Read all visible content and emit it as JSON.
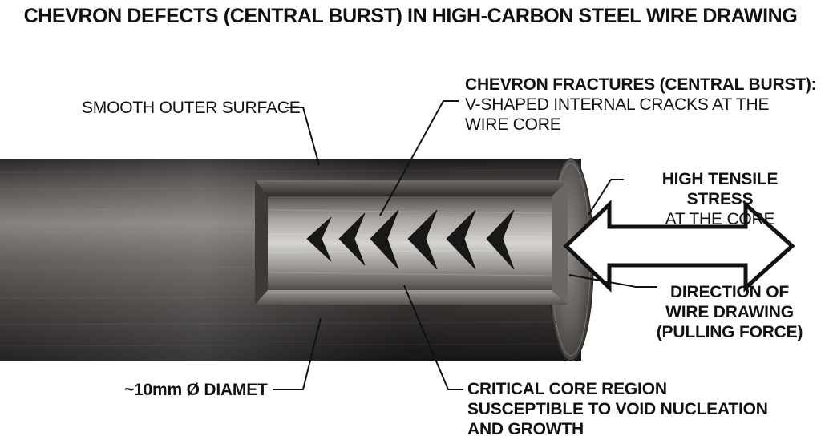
{
  "title": "CHEVRON DEFECTS (CENTRAL BURST) IN HIGH-CARBON STEEL WIRE DRAWING",
  "labels": {
    "smooth_surface": "SMOOTH OUTER SURFACE",
    "chevron_title": "CHEVRON FRACTURES (CENTRAL BURST):",
    "chevron_desc_1": "V-SHAPED  INTERNAL CRACKS AT THE",
    "chevron_desc_2": "WIRE CORE",
    "tensile_1": "HIGH TENSILE STRESS",
    "tensile_2": "AT THE CORE",
    "direction_1": "DIRECTION OF",
    "direction_2": "WIRE DRAWING",
    "direction_3": "(PULLING FORCE)",
    "diameter": "~10mm Ø DIAMET",
    "core_1": "CRITICAL CORE REGION",
    "core_2": "SUSCEPTIBLE TO VOID NUCLEATION",
    "core_3": "AND GROWTH"
  },
  "colors": {
    "steel_dark": "#2e2b29",
    "steel_light": "#8a8784",
    "core_light": "#c9c7c3",
    "leader": "#111111"
  }
}
